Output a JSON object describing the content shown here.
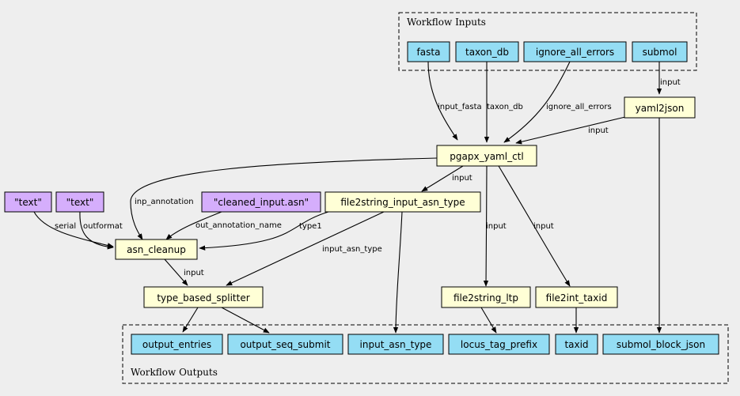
{
  "clusters": {
    "inputs": "Workflow Inputs",
    "outputs": "Workflow Outputs"
  },
  "nodes": {
    "fasta": "fasta",
    "taxon_db": "taxon_db",
    "ignore_all_errors": "ignore_all_errors",
    "submol": "submol",
    "yaml2json": "yaml2json",
    "pgapx_yaml_ctl": "pgapx_yaml_ctl",
    "text_serial": "\"text\"",
    "text_outformat": "\"text\"",
    "cleaned_input": "\"cleaned_input.asn\"",
    "file2string_input_asn_type": "file2string_input_asn_type",
    "asn_cleanup": "asn_cleanup",
    "type_based_splitter": "type_based_splitter",
    "file2string_ltp": "file2string_ltp",
    "file2int_taxid": "file2int_taxid",
    "output_entries": "output_entries",
    "output_seq_submit": "output_seq_submit",
    "input_asn_type": "input_asn_type",
    "locus_tag_prefix": "locus_tag_prefix",
    "taxid": "taxid",
    "submol_block_json": "submol_block_json"
  },
  "edge_labels": {
    "input_fasta": "input_fasta",
    "taxon_db": "taxon_db",
    "ignore_all_errors": "ignore_all_errors",
    "submol_input": "input",
    "yaml_input": "input",
    "inp_annotation": "inp_annotation",
    "ctl_to_f2s_input": "input",
    "ctl_to_ltp_input": "input",
    "ctl_to_taxid_input": "input",
    "serial": "serial",
    "outformat": "outformat",
    "out_annotation_name": "out_annotation_name",
    "type1": "type1",
    "input_asn_type": "input_asn_type",
    "cleanup_input": "input"
  },
  "colors": {
    "input_node": "#94ddf4",
    "step_node": "#ffffd6",
    "literal_node": "#d5aefc",
    "background": "#eeeeee"
  }
}
